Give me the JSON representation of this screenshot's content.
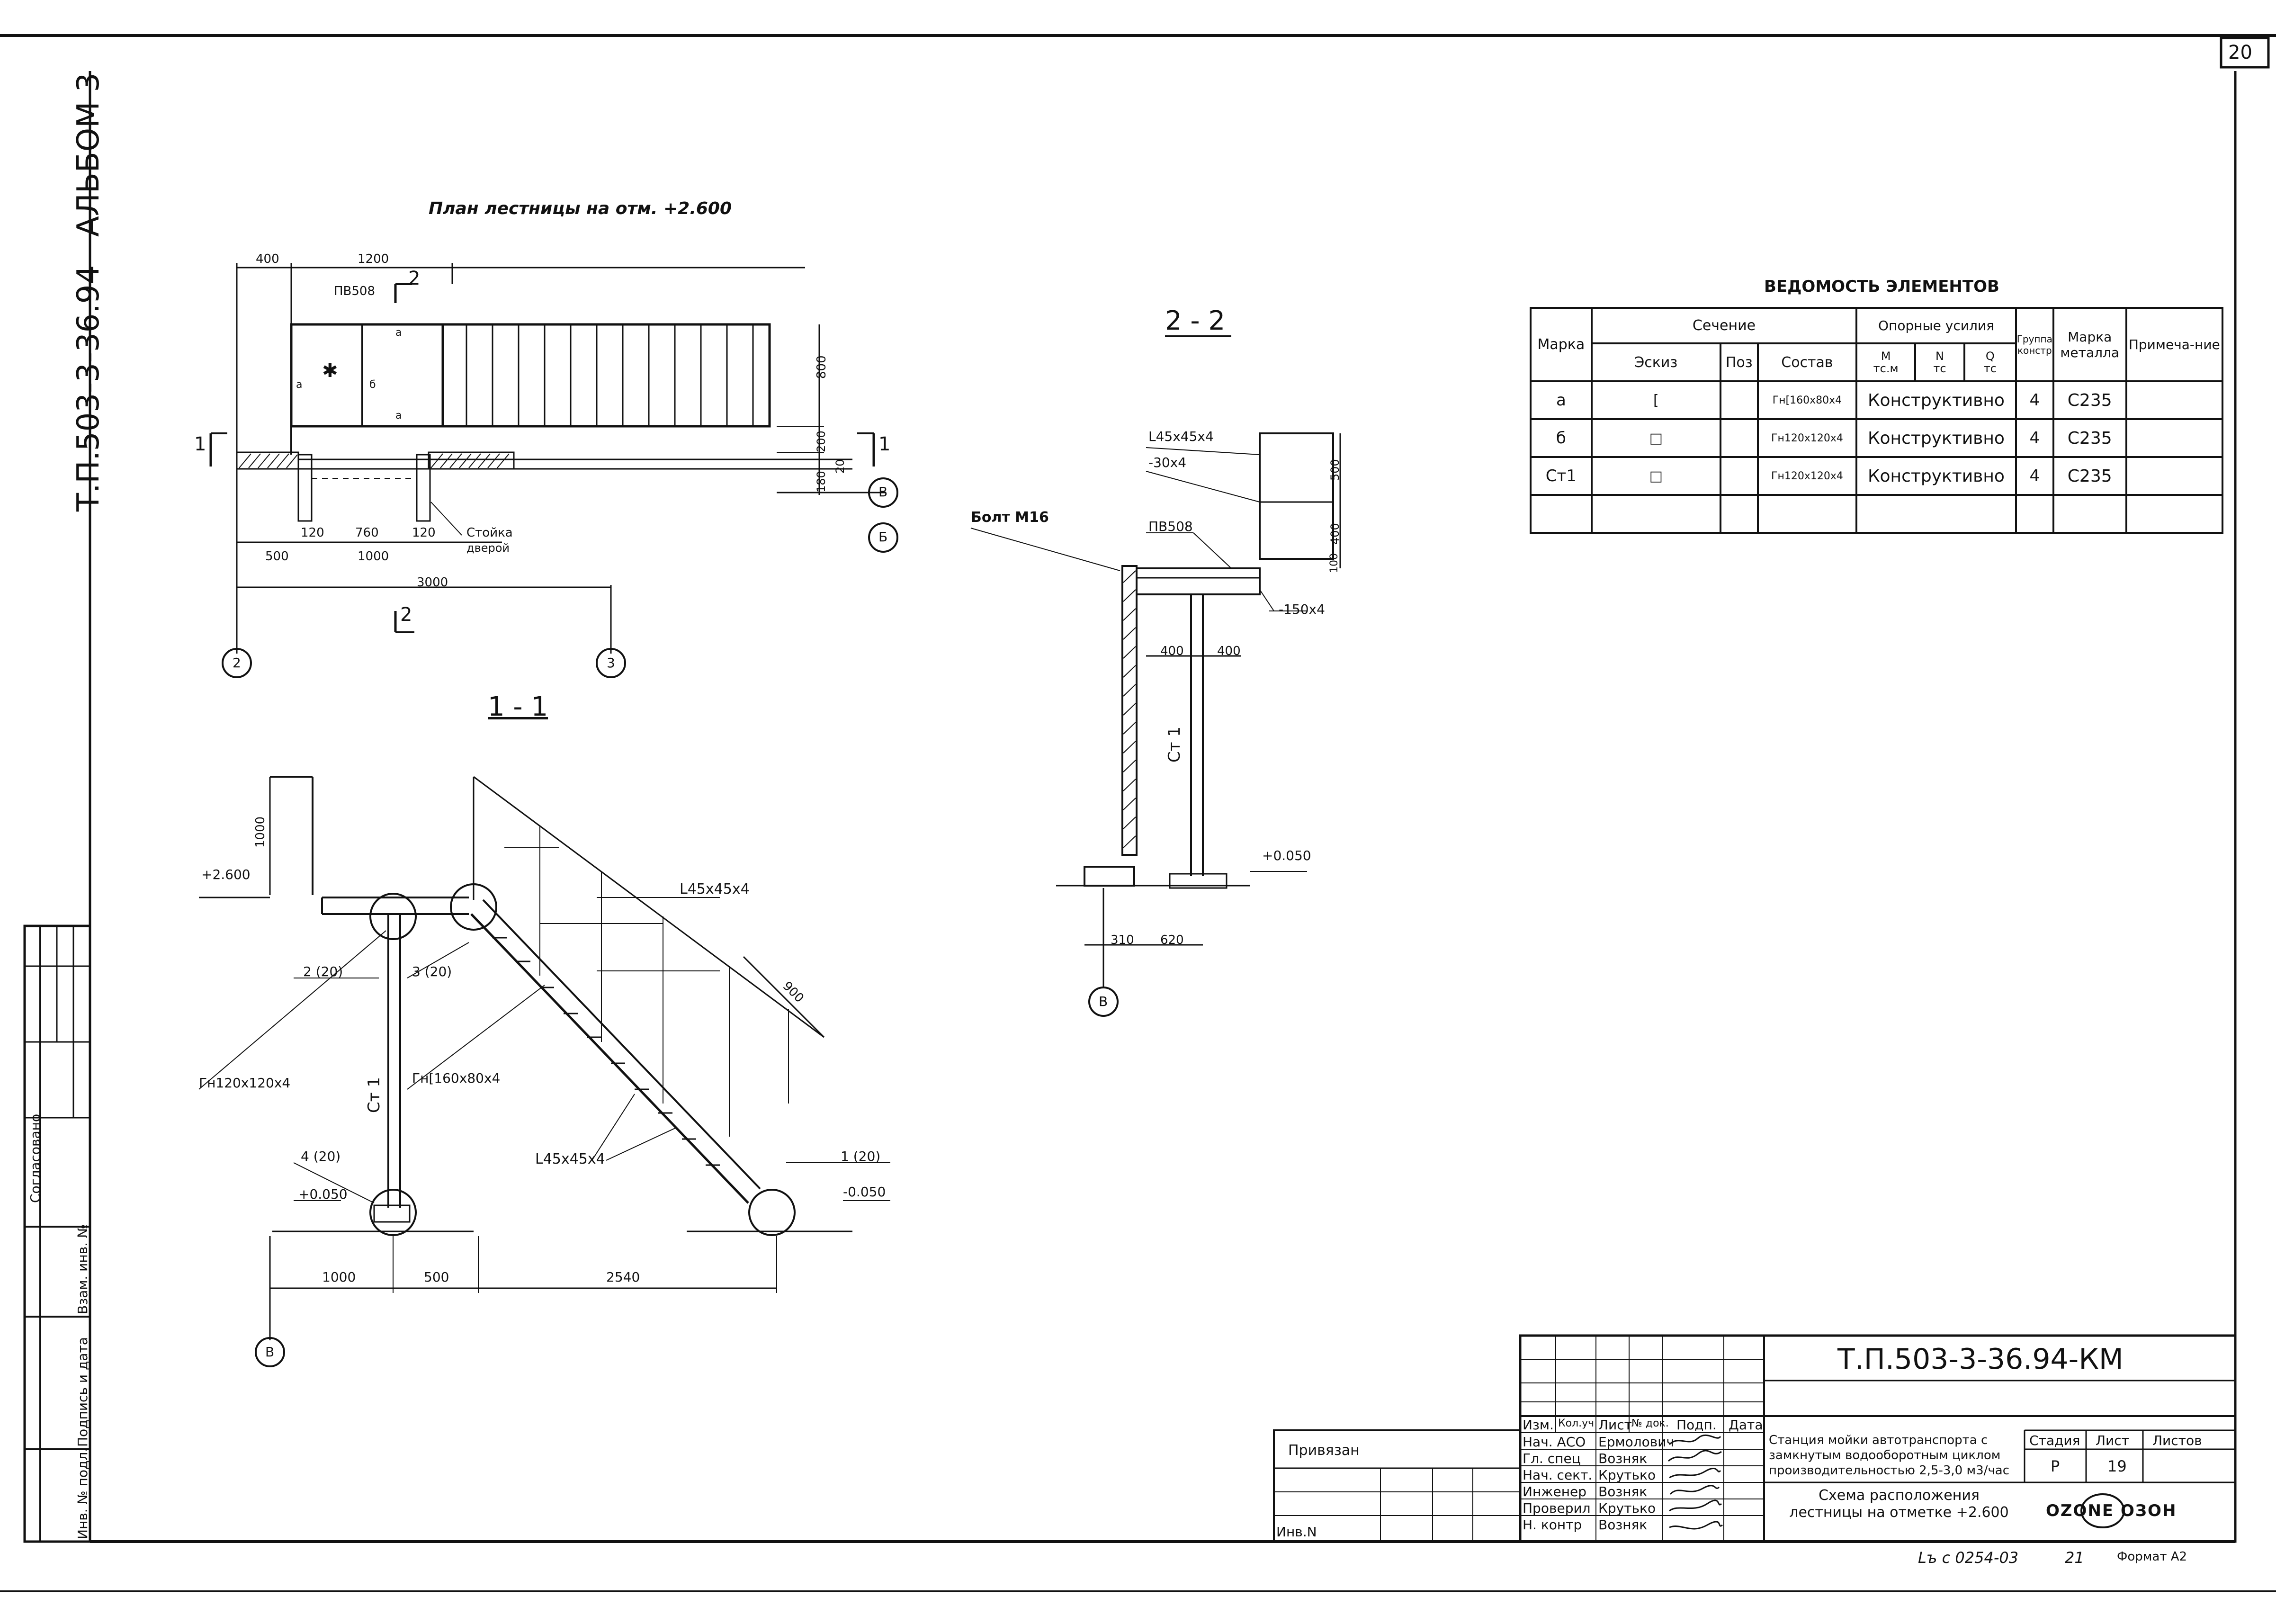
{
  "sheet": {
    "page_number": "20",
    "album": "АЛЬБОМ 3",
    "doc_code_side": "Т.П.503-3-36.94"
  },
  "plan": {
    "title": "План лестницы на отм. +2.600",
    "dims": {
      "d400": "400",
      "d1200": "1200",
      "d800": "800",
      "d200": "200",
      "d180": "180",
      "d20": "20",
      "d120a": "120",
      "d760": "760",
      "d120b": "120",
      "d500": "500",
      "d1000": "1000",
      "d3000": "3000"
    },
    "labels": {
      "pv508": "ПВ508",
      "a1": "а",
      "a2": "а",
      "a3": "а",
      "b": "б",
      "post_label1": "Стойка",
      "post_label2": "дверой",
      "cut1_left": "1",
      "cut1_right": "1",
      "cut2_top": "2",
      "cut2_bottom": "2"
    },
    "axes": {
      "ax2": "2",
      "ax3": "3",
      "axB": "В",
      "axB2": "Б"
    }
  },
  "section11": {
    "title": "1 - 1",
    "labels": {
      "elev_top": "+2.600",
      "elev_left": "+0.050",
      "elev_right": "-0.050",
      "n2": "2 (20)",
      "n3": "3 (20)",
      "n4": "4 (20)",
      "n1": "1 (20)",
      "gn120": "Гн120х120х4",
      "gn160": "Гн[160х80х4",
      "st1": "Ст 1",
      "l45a": "L45х45х4",
      "l45b": "L45х45х4"
    },
    "dims": {
      "d1000v": "1000",
      "d900": "900",
      "d1000": "1000",
      "d500": "500",
      "d2540": "2540"
    },
    "axes": {
      "axB": "В"
    }
  },
  "section22": {
    "title": "2 - 2",
    "labels": {
      "l45": "L45х45х4",
      "p30": "-30х4",
      "bolt": "Болт М16",
      "pv508": "ПВ508",
      "p150": "-150х4",
      "st1": "Ст 1",
      "elev": "+0.050"
    },
    "dims": {
      "d500": "500",
      "d400v": "400",
      "d100": "100",
      "d400a": "400",
      "d400b": "400",
      "d310": "310",
      "d620": "620"
    },
    "axes": {
      "axB": "В"
    }
  },
  "elements_table": {
    "title": "ВЕДОМОСТЬ ЭЛЕМЕНТОВ",
    "headers": {
      "mark": "Марка",
      "section": "Сечение",
      "sketch": "Эскиз",
      "pos": "Поз",
      "composition": "Состав",
      "forces": "Опорные усилия",
      "m": "М",
      "m_unit": "тс.м",
      "n": "N",
      "n_unit": "тс",
      "q": "Q",
      "q_unit": "тс",
      "group": "Группа констр",
      "steel": "Марка металла",
      "note": "Примеча-ние"
    },
    "rows": [
      {
        "mark": "а",
        "sketch": "[",
        "pos": "",
        "composition": "Гн[160х80х4",
        "forces": "Конструктивно",
        "group": "4",
        "steel": "С235",
        "note": ""
      },
      {
        "mark": "б",
        "sketch": "□",
        "pos": "",
        "composition": "Гн120х120х4",
        "forces": "Конструктивно",
        "group": "4",
        "steel": "С235",
        "note": ""
      },
      {
        "mark": "Ст1",
        "sketch": "□",
        "pos": "",
        "composition": "Гн120х120х4",
        "forces": "Конструктивно",
        "group": "4",
        "steel": "С235",
        "note": ""
      }
    ]
  },
  "side_stamp": {
    "agreed": "Согласовано",
    "inv_subst": "Взам. инв. №",
    "sign_date": "Подпись и дата",
    "inv_orig": "Инв. № подл."
  },
  "title_block": {
    "code": "Т.П.503-3-36.94-КМ",
    "bound": "Привязан",
    "inv": "Инв.N",
    "col_headers": [
      "Изм.",
      "Кол.уч",
      "Лист",
      "№ док.",
      "Подп.",
      "Дата"
    ],
    "roles": [
      {
        "role": "Нач. АСО",
        "name": "Ермолович"
      },
      {
        "role": "Гл. спец",
        "name": "Возняк"
      },
      {
        "role": "Нач. сект.",
        "name": "Крутько"
      },
      {
        "role": "Инженер",
        "name": "Возняк"
      },
      {
        "role": "Проверил",
        "name": "Крутько"
      },
      {
        "role": "Н. контр",
        "name": "Возняк"
      }
    ],
    "project": "Станция мойки автотранспорта с замкнутым водооборотным циклом производительностью 2,5-3,0 м3/час",
    "drawing": "Схема расположения лестницы на отметке +2.600",
    "stage_h": "Стадия",
    "sheet_h": "Лист",
    "sheets_h": "Листов",
    "stage": "Р",
    "sheet": "19",
    "sheets": "",
    "company": "OZONE ОЗОН",
    "footer_code": "Lъ с 0254-03",
    "footer_num": "21",
    "format": "Формат А2"
  }
}
